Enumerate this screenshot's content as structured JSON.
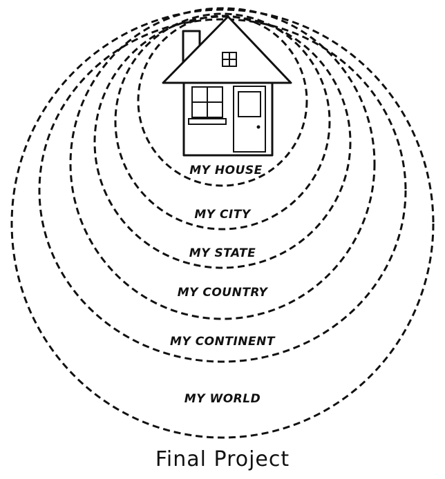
{
  "diagram": {
    "rings": [
      {
        "label": "My House"
      },
      {
        "label": "My City"
      },
      {
        "label": "My State"
      },
      {
        "label": "My Country"
      },
      {
        "label": "My Continent"
      },
      {
        "label": "My World"
      }
    ],
    "caption": "Final Project",
    "stroke_color": "#111111",
    "center_icon": "house-icon"
  }
}
